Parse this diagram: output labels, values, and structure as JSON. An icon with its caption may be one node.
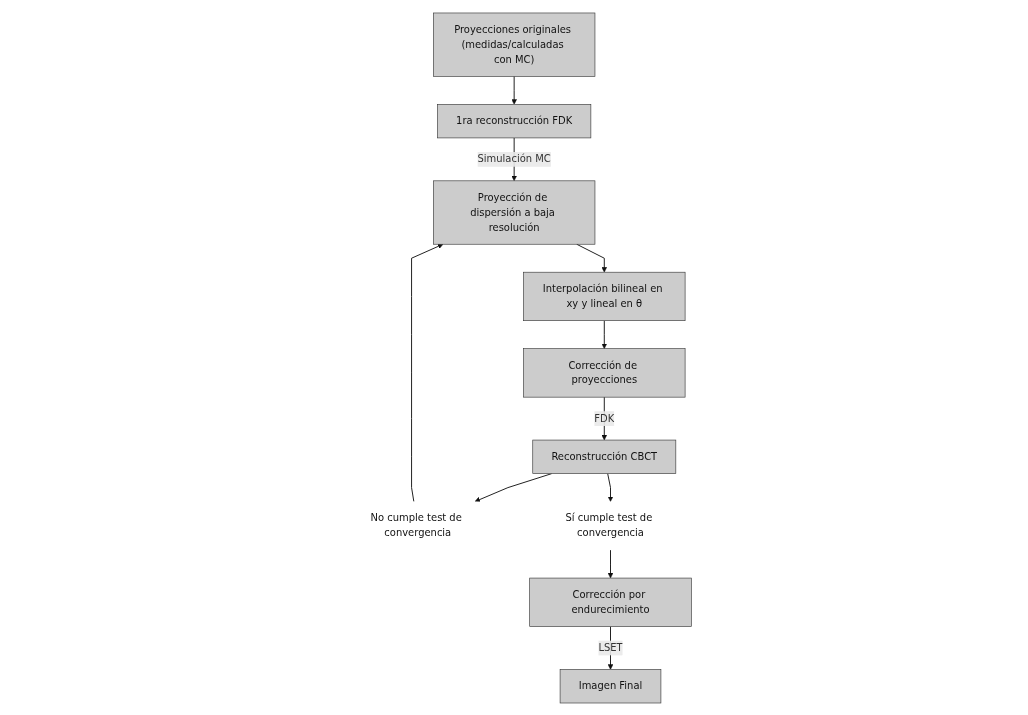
{
  "diagram": {
    "nodes": [
      {
        "text": [
          "1ra reconstrucción FDK"
        ]
      },
      {
        "text": [
          "Proyecciones originales (medidas/calculadas con MC)"
        ]
      },
      {
        "text": [
          "Proyección de dispersión a baja resolución"
        ]
      },
      {
        "text": [
          "Interpolación bilineal en xy y lineal en θ"
        ]
      },
      {
        "text": [
          "No cumple test de convergencia"
        ]
      },
      {
        "text": [
          "Reconstrucción CBCT"
        ]
      },
      {
        "text": [
          "Corrección de proyecciones"
        ]
      },
      {
        "text": [
          "Sí cumple test de convergencia"
        ]
      },
      {
        "text": [
          "Corrección por endurecimiento"
        ]
      },
      {
        "text": [
          "Imagen Final"
        ]
      }
    ],
    "edges": [
      {
        "from": 1,
        "to": 0,
        "arrow": "to"
      },
      {
        "from": 0,
        "to": 2,
        "arrow": "to",
        "label": "Simulación MC"
      },
      {
        "from": 2,
        "to": 3,
        "arrow": "to"
      },
      {
        "from": 3,
        "to": 6,
        "arrow": "to"
      },
      {
        "from": 6,
        "to": 5,
        "arrow": "to",
        "label": "FDK"
      },
      {
        "from": 5,
        "to": 4,
        "arrow": "to"
      },
      {
        "from": 4,
        "to": 2,
        "arrow": "to"
      },
      {
        "from": 5,
        "to": 7,
        "arrow": "to"
      },
      {
        "from": 7,
        "to": 8,
        "arrow": "to"
      },
      {
        "from": 8,
        "to": 9,
        "arrow": "to",
        "label": "LSET"
      }
    ]
  }
}
